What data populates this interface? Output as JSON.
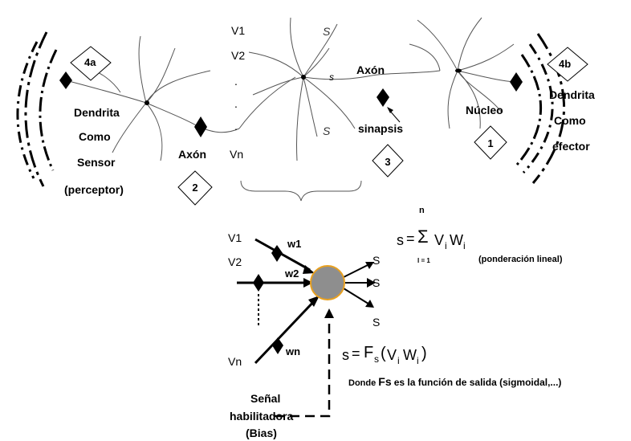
{
  "top": {
    "left_neuron": {
      "box_label": "4a",
      "dendrite_lines": [
        "Dendrita",
        "Como",
        "Sensor",
        "(perceptor)"
      ]
    },
    "axon_left": {
      "label": "Axón",
      "box": "2"
    },
    "inputs": {
      "v1": "V1",
      "v2": "V2",
      "dots": ". . .",
      "vn": "Vn"
    },
    "middle": {
      "s_upper": "S",
      "s_small": "s",
      "s_lower": "S",
      "box": "3",
      "synapse": "sinapsis"
    },
    "right_neuron": {
      "axon": "Axón",
      "nucleus": "Núcleo",
      "nucleus_box": "1",
      "box_label": "4b",
      "dendrite_lines": [
        "Dendrita",
        "Como",
        "efector"
      ]
    }
  },
  "bottom": {
    "inputs": {
      "v1": "V1",
      "v2": "V2",
      "vn": "Vn"
    },
    "weights": {
      "w1": "w1",
      "w2": "w2",
      "wn": "wn"
    },
    "outputs": [
      "S",
      "S",
      "S"
    ],
    "bias_lines": [
      "Señal",
      "habilitadora",
      "(Bias)"
    ],
    "formula1": {
      "s": "s",
      "eq": "=",
      "sigma": "Σ",
      "n": "n",
      "lower": "I = 1",
      "v": "V",
      "i1": "i",
      "w": "W",
      "i2": "i",
      "note": "(ponderación lineal)"
    },
    "formula2": {
      "s": "s",
      "eq": "=",
      "f": "F",
      "fs_sub": "s",
      "open": "(",
      "v": "V",
      "i1": "i",
      "w": "W",
      "i2": "i",
      "close": ")"
    },
    "caption": {
      "prefix": "Donde",
      "fs": "Fs",
      "rest": "es la función de salida  (sigmoidal,...)"
    }
  },
  "colors": {
    "neuron_fill": "#8e8e8e",
    "neuron_stroke": "#e8a020"
  }
}
